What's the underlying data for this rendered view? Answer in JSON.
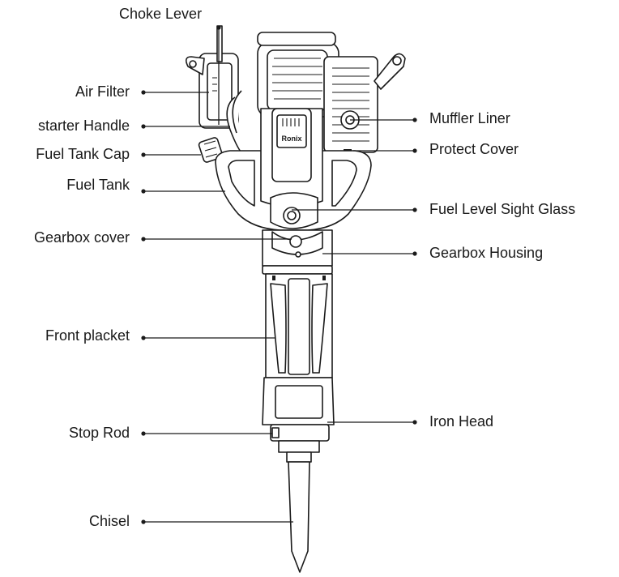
{
  "labels": {
    "choke_lever": "Choke Lever",
    "air_filter": "Air Filter",
    "starter_handle": "starter Handle",
    "fuel_tank_cap": "Fuel Tank Cap",
    "fuel_tank": "Fuel Tank",
    "gearbox_cover": "Gearbox cover",
    "front_placket": "Front placket",
    "stop_rod": "Stop Rod",
    "chisel": "Chisel",
    "muffler_liner": "Muffler Liner",
    "protect_cover": "Protect Cover",
    "fuel_level_sight_glass": "Fuel Level Sight Glass",
    "gearbox_housing": "Gearbox Housing",
    "iron_head": "Iron Head"
  },
  "brand_logo": "Ronix"
}
